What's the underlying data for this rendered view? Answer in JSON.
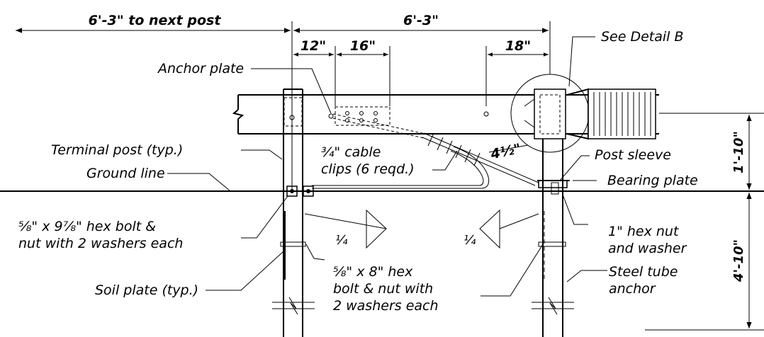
{
  "dimensions": {
    "to_next_post": "6'-3\" to next post",
    "post_spacing": "6'-3\"",
    "d_12": "12\"",
    "d_16": "16\"",
    "d_18": "18\"",
    "d_4half": "4½\"",
    "above_ground": "1'-10\"",
    "below_ground": "4'-10\""
  },
  "labels": {
    "see_detail": "See Detail B",
    "anchor_plate": "Anchor plate",
    "terminal_post": "Terminal post (typ.)",
    "ground_line": "Ground line",
    "cable_clips_1": "¾\" cable",
    "cable_clips_2": "clips (6 reqd.)",
    "post_sleeve": "Post sleeve",
    "bearing_plate": "Bearing plate",
    "hex_bolt_1_l1": "⅝\" x 9⅞\" hex bolt &",
    "hex_bolt_1_l2": "nut with 2 washers each",
    "weld_1": "¼",
    "weld_2": "¼",
    "hex_nut_l1": "1\" hex nut",
    "hex_nut_l2": "and washer",
    "steel_tube_l1": "Steel tube",
    "steel_tube_l2": "anchor",
    "hex_bolt_2_l1": "⅝\" x 8\" hex",
    "hex_bolt_2_l2": "bolt & nut with",
    "hex_bolt_2_l3": "2 washers each",
    "soil_plate": "Soil plate (typ.)"
  }
}
